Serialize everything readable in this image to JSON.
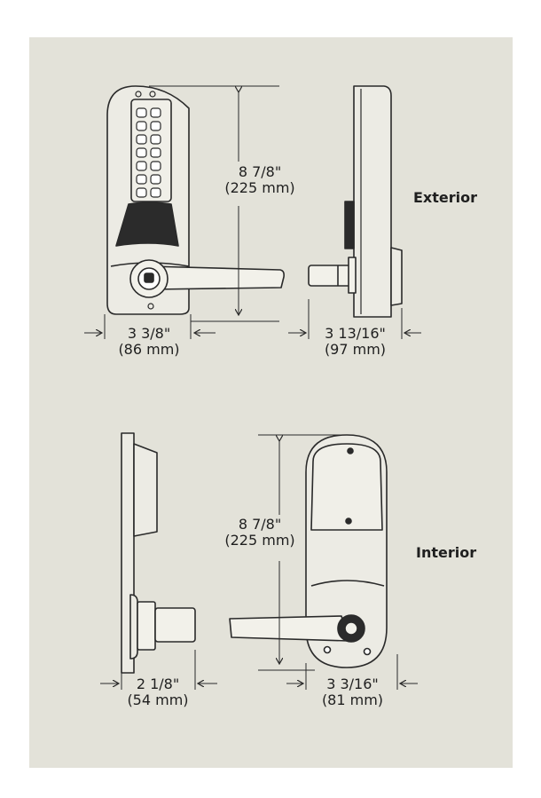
{
  "sections": {
    "exterior": "Exterior",
    "interior": "Interior"
  },
  "dimensions": {
    "exterior_height": {
      "imperial": "8 7/8\"",
      "metric": "(225 mm)"
    },
    "exterior_width": {
      "imperial": "3 3/8\"",
      "metric": "(86 mm)"
    },
    "exterior_depth": {
      "imperial": "3 13/16\"",
      "metric": "(97 mm)"
    },
    "interior_height": {
      "imperial": "8 7/8\"",
      "metric": "(225 mm)"
    },
    "interior_depth": {
      "imperial": "2 1/8\"",
      "metric": "(54 mm)"
    },
    "interior_width": {
      "imperial": "3 3/16\"",
      "metric": "(81 mm)"
    }
  },
  "colors": {
    "background": "#e3e2d9",
    "line": "#2a2a2a",
    "lock_body": "#ecebe4",
    "dark_band": "#2b2b2b"
  }
}
